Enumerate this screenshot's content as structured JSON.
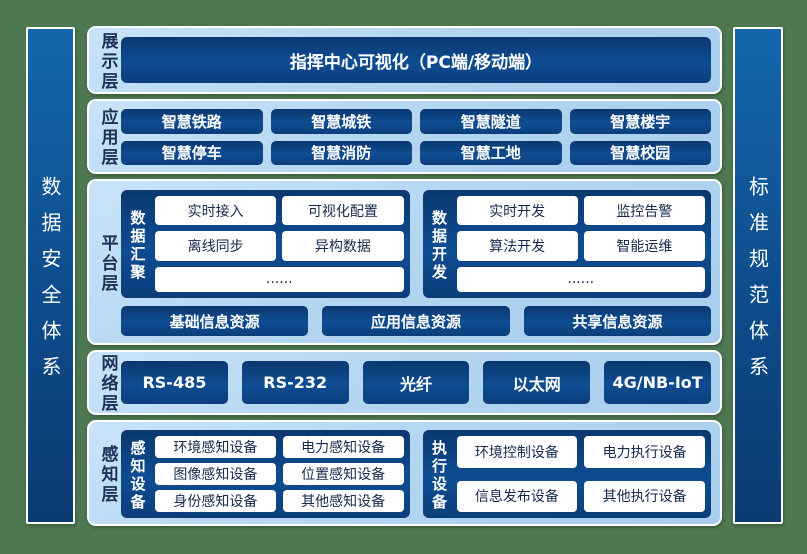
{
  "pillars": {
    "left": "数据安全体系",
    "right": "标准规范体系"
  },
  "layers": {
    "presentation": {
      "label": "展示层",
      "box": "指挥中心可视化（PC端/移动端）"
    },
    "application": {
      "label": "应用层",
      "items": [
        "智慧铁路",
        "智慧城铁",
        "智慧隧道",
        "智慧楼宇",
        "智慧停车",
        "智慧消防",
        "智慧工地",
        "智慧校园"
      ]
    },
    "platform": {
      "label": "平台层",
      "groups": [
        {
          "title": "数据汇聚",
          "items": [
            "实时接入",
            "可视化配置",
            "离线同步",
            "异构数据",
            "......"
          ]
        },
        {
          "title": "数据开发",
          "items": [
            "实时开发",
            "监控告警",
            "算法开发",
            "智能运维",
            "......"
          ]
        }
      ],
      "resources": [
        "基础信息资源",
        "应用信息资源",
        "共享信息资源"
      ]
    },
    "network": {
      "label": "网络层",
      "items": [
        "RS-485",
        "RS-232",
        "光纤",
        "以太网",
        "4G/NB-IoT"
      ]
    },
    "perception": {
      "label": "感知层",
      "groups": [
        {
          "title": "感知设备",
          "items": [
            "环境感知设备",
            "电力感知设备",
            "图像感知设备",
            "位置感知设备",
            "身份感知设备",
            "其他感知设备"
          ]
        },
        {
          "title": "执行设备",
          "items": [
            "环境控制设备",
            "电力执行设备",
            "信息发布设备",
            "其他执行设备"
          ]
        }
      ]
    }
  },
  "colors": {
    "canvas_green": "#4e7851",
    "panel_light_blue": "#b4d6f1",
    "dark_blue": "#0e4d92",
    "pillar_blue": "#0e4c8c",
    "label_navy": "#1c3156",
    "white": "#ffffff"
  }
}
